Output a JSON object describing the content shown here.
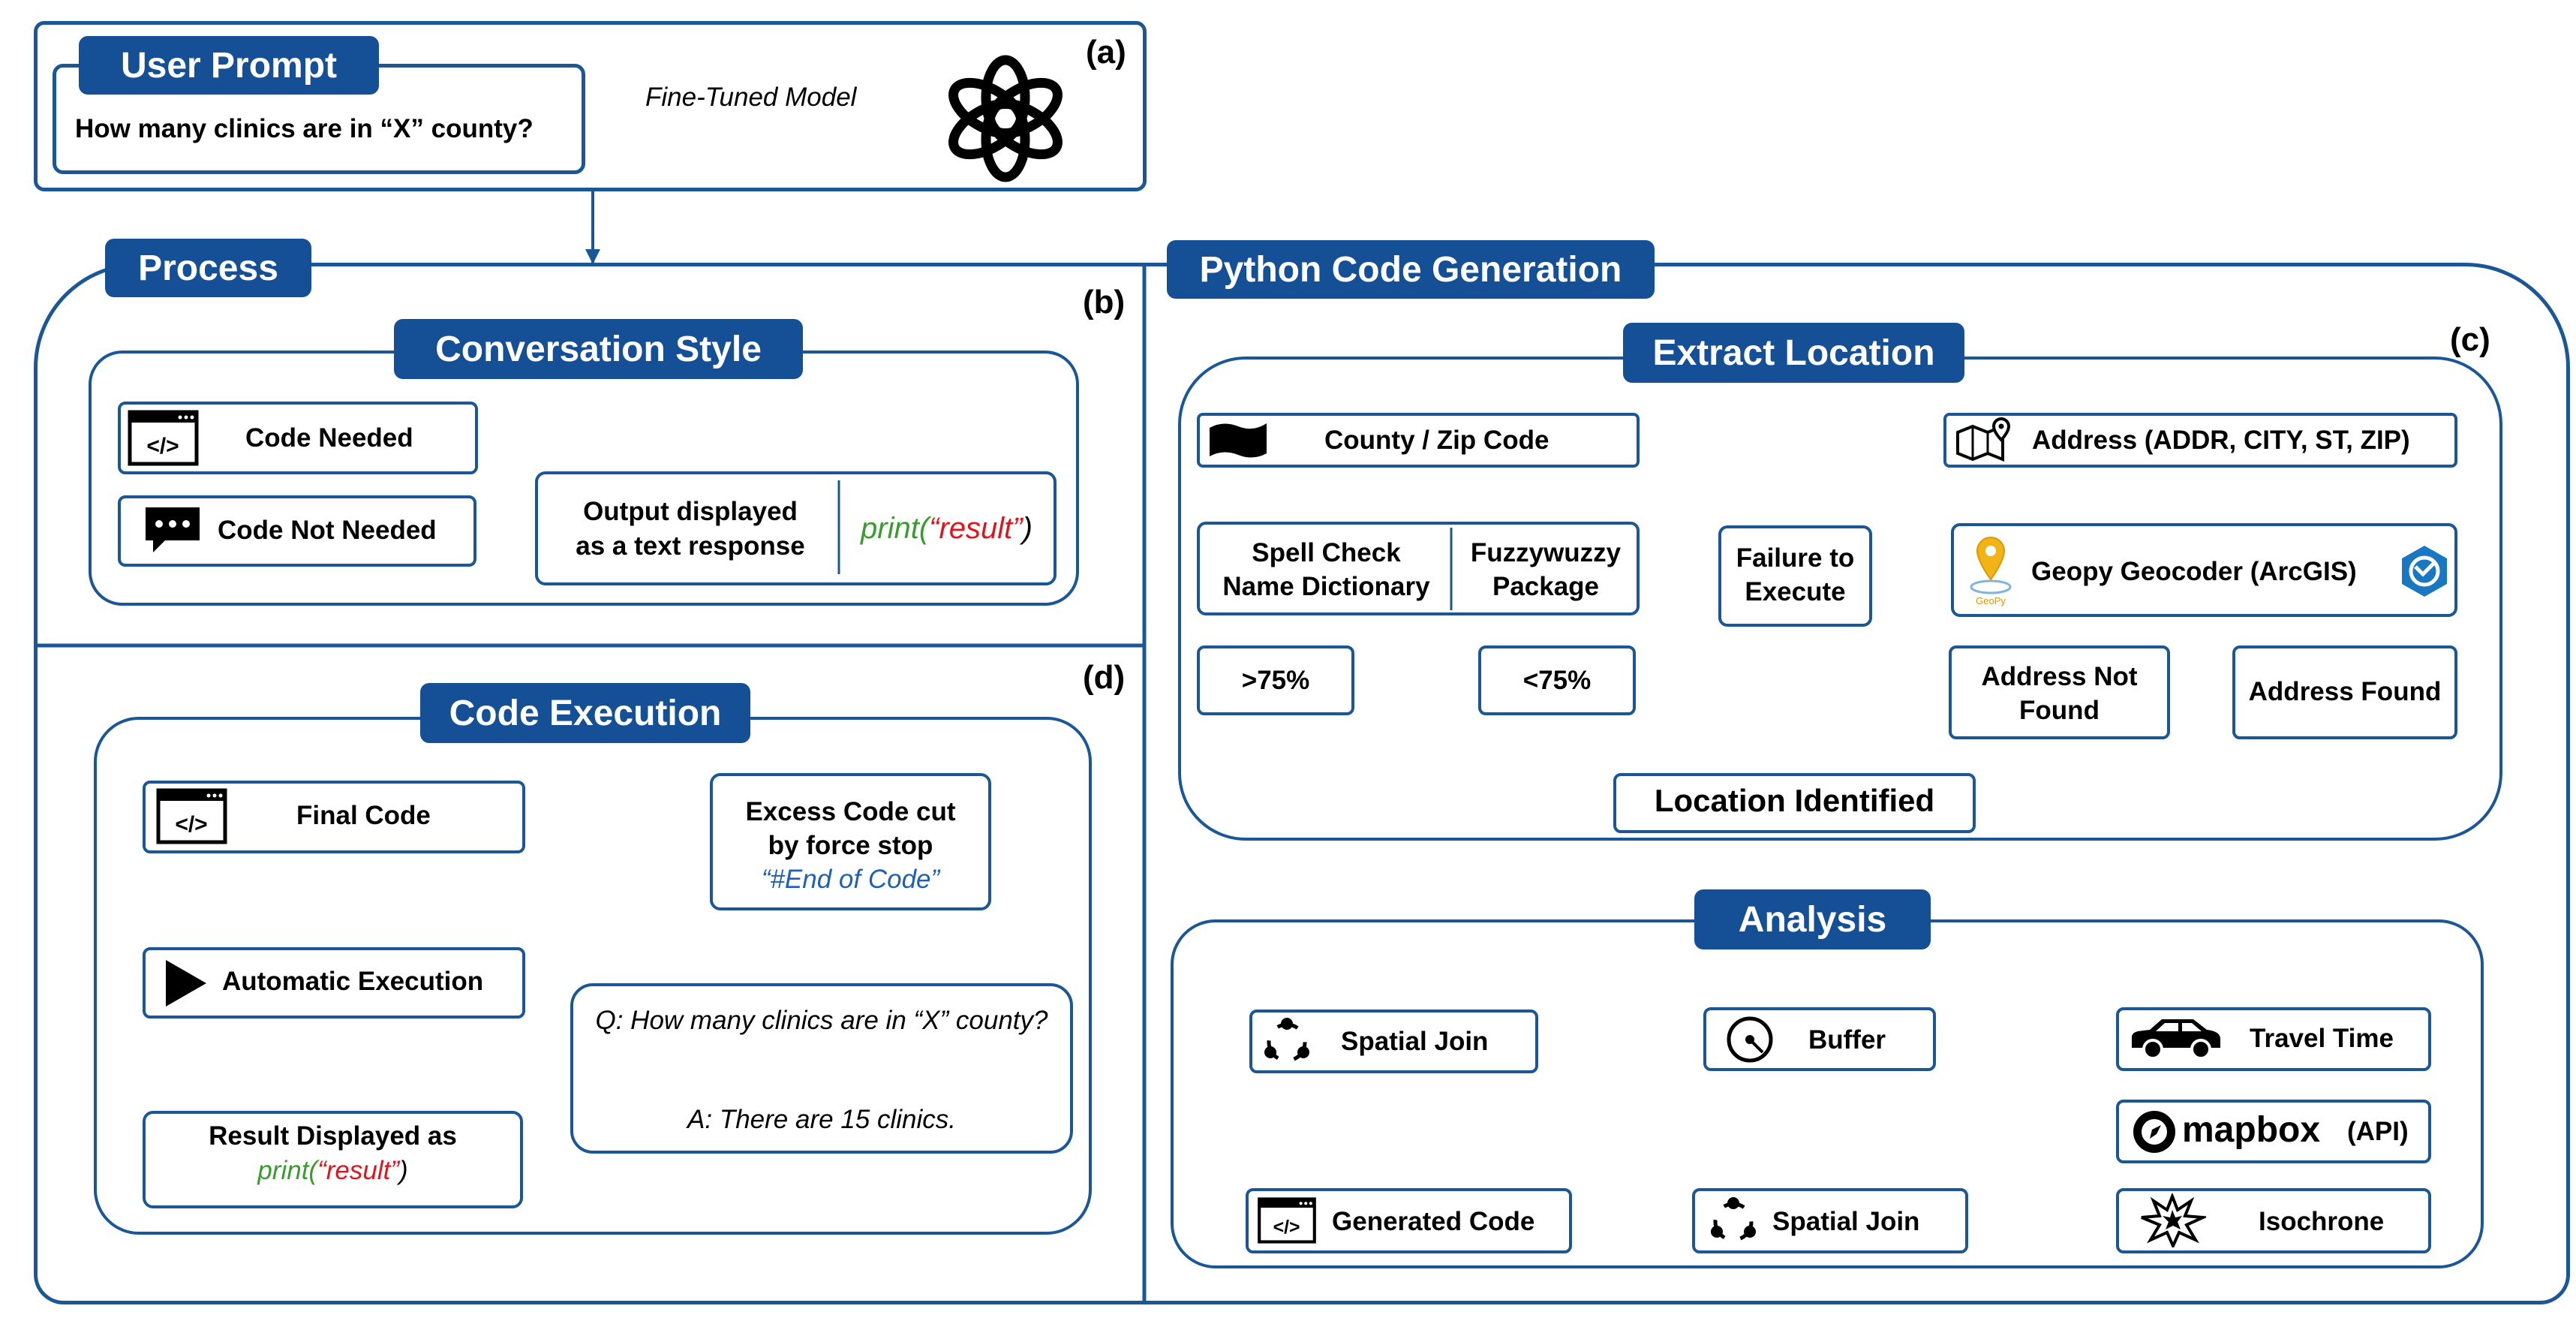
{
  "panel_a": {
    "corner": "(a)",
    "tab": "User Prompt",
    "prompt_text": "How many clinics are in “X” county?",
    "arrow_label": "Fine-Tuned Model",
    "model_icon": "openai-logo-icon"
  },
  "process": {
    "tab": "Process",
    "corner_b": "(b)",
    "corner_d": "(d)"
  },
  "conversation": {
    "tab": "Conversation Style",
    "code_needed": "Code Needed",
    "code_not_needed": "Code Not Needed",
    "output_line1": "Output displayed",
    "output_line2": "as a text response",
    "print_fn": "print(",
    "print_arg": "“result”",
    "print_close": ")"
  },
  "execution": {
    "tab": "Code Execution",
    "final_code": "Final Code",
    "excess_line1": "Excess Code cut",
    "excess_line2": "by force stop",
    "excess_line3": "“#End of Code”",
    "auto_exec": "Automatic Execution",
    "question": "Q: How many clinics are in “X” county?",
    "answer": "A: There are 15 clinics.",
    "result_line1": "Result Displayed as",
    "print_fn": "print(",
    "print_arg": "“result”",
    "print_close": ")"
  },
  "python": {
    "tab": "Python Code Generation",
    "corner_c": "(c)"
  },
  "extract": {
    "tab": "Extract Location",
    "county_zip": "County / Zip Code",
    "address": "Address (ADDR, CITY, ST, ZIP)",
    "spell_line1": "Spell Check",
    "spell_line2": "Name Dictionary",
    "fuzzy_line1": "Fuzzywuzzy",
    "fuzzy_line2": "Package",
    "failure_line1": "Failure to",
    "failure_line2": "Execute",
    "geopy": "Geopy Geocoder (ArcGIS)",
    "geopy_logo_text": "GeoPy",
    "gt75": ">75%",
    "lt75": "<75%",
    "addr_nf_line1": "Address Not",
    "addr_nf_line2": "Found",
    "addr_found": "Address Found",
    "location_identified": "Location Identified"
  },
  "analysis": {
    "tab": "Analysis",
    "spatial_join_1": "Spatial Join",
    "buffer": "Buffer",
    "travel_time": "Travel Time",
    "mapbox": "mapbox",
    "mapbox_api": "(API)",
    "generated_code": "Generated Code",
    "spatial_join_2": "Spatial Join",
    "isochrone": "Isochrone"
  },
  "colors": {
    "frame": "#1b5797",
    "tab": "#155096",
    "green": "#3a9c2e",
    "red": "#e0141c",
    "link_blue": "#1f5fb8"
  }
}
